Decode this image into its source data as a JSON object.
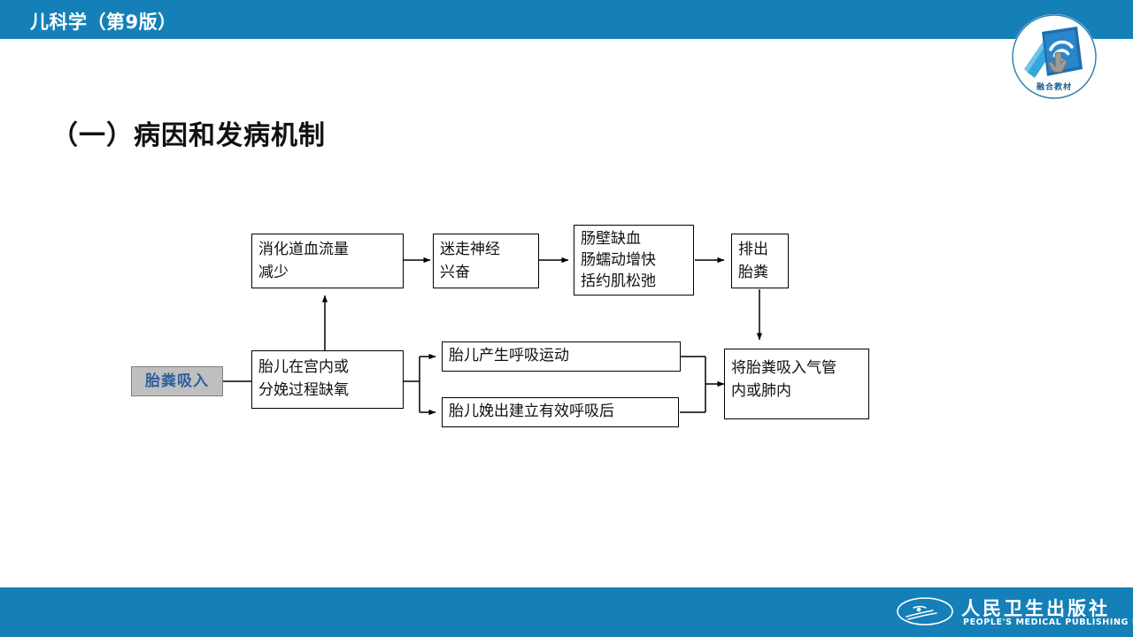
{
  "header": {
    "title": "儿科学（第9版）",
    "bar_color": "#1580b8",
    "badge": {
      "icon": "fusion-textbook-badge-icon",
      "label": "融合教材"
    }
  },
  "slide": {
    "heading": "（一）病因和发病机制"
  },
  "flowchart": {
    "accent_node": {
      "label": "胎粪吸入",
      "text_color": "#2e5f9e",
      "fill_color": "#bfbfbf",
      "border_color": "#808080"
    },
    "nodes": [
      {
        "id": "n1",
        "label": "消化道血流量\n减少"
      },
      {
        "id": "n2",
        "label": "迷走神经\n兴奋"
      },
      {
        "id": "n3",
        "label": "肠壁缺血\n肠蠕动增快\n括约肌松弛"
      },
      {
        "id": "n4",
        "label": "排出\n胎粪"
      },
      {
        "id": "n5",
        "label": "胎儿在宫内或\n分娩过程缺氧"
      },
      {
        "id": "n6",
        "label": "胎儿产生呼吸运动"
      },
      {
        "id": "n7",
        "label": "胎儿娩出建立有效呼吸后"
      },
      {
        "id": "n8",
        "label": "将胎粪吸入气管\n内或肺内"
      }
    ]
  },
  "footer": {
    "bar_color": "#1580b8",
    "publisher_cn": "人民卫生出版社",
    "publisher_en": "PEOPLE'S MEDICAL PUBLISHING HOUSE",
    "emblem_icon": "publisher-emblem-icon"
  }
}
